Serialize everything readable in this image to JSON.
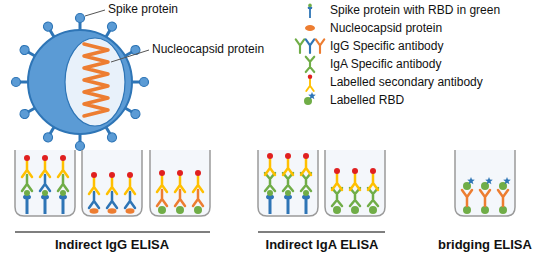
{
  "diagram": {
    "labels": [
      "Spike protein",
      "Nucleocapsid protein",
      "Indirect IgG ELISA",
      "Indirect IgA ELISA",
      "bridging ELISA"
    ],
    "legend": [
      {
        "text": "Spike protein with RBD in green"
      },
      {
        "text": "Nucleocapsid protein"
      },
      {
        "text": "IgG Specific antibody"
      },
      {
        "text": "IgA Specific antibody"
      },
      {
        "text": "Labelled secondary antibody"
      },
      {
        "text": "Labelled RBD"
      }
    ]
  }
}
